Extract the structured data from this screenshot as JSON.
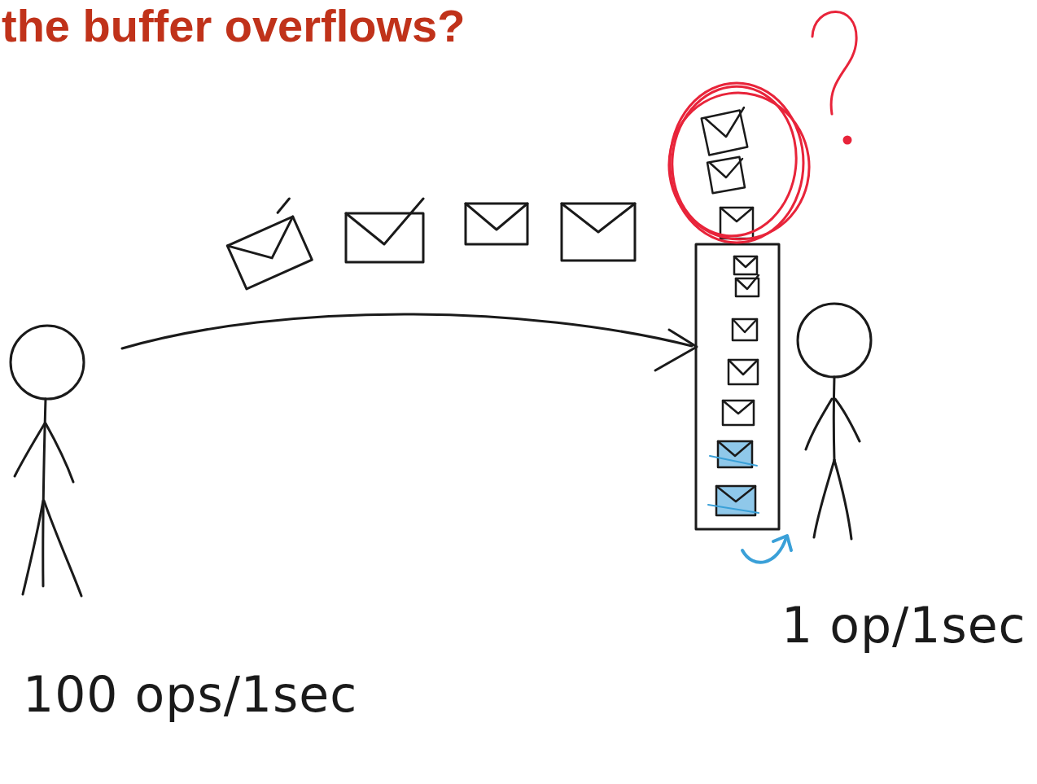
{
  "diagram": {
    "title": "the buffer overflows?",
    "labels": [
      "100 ops/1sec",
      "1 op/1sec"
    ]
  }
}
